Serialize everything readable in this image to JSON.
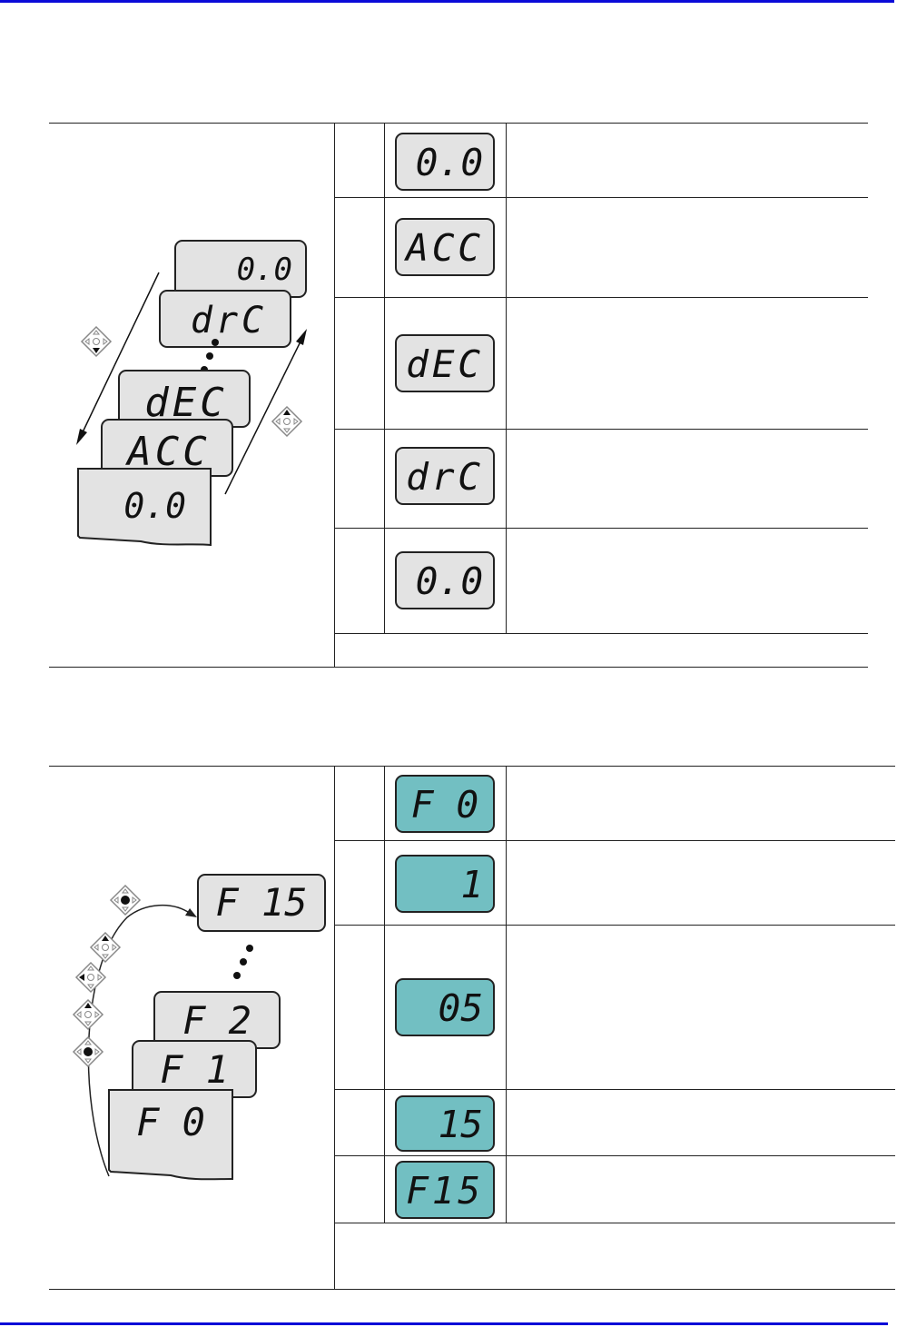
{
  "section1": {
    "diagram": {
      "stack_cards": [
        "0.0",
        "drC",
        "dEC",
        "ACC",
        "0.0"
      ],
      "down_key_icon": "keypad-down-arrow-icon",
      "up_key_icon": "keypad-up-arrow-icon"
    },
    "steps": [
      {
        "display": "0.0"
      },
      {
        "display": "ACC"
      },
      {
        "display": "dEC"
      },
      {
        "display": "drC"
      },
      {
        "display": "0.0"
      }
    ]
  },
  "section2": {
    "diagram": {
      "stack_cards": [
        "F 15",
        "F 2",
        "F 1",
        "F 0"
      ],
      "key_icons": [
        "keypad-enter-icon",
        "keypad-up-arrow-icon",
        "keypad-left-arrow-icon",
        "keypad-up-arrow-icon",
        "keypad-enter-icon"
      ]
    },
    "steps": [
      {
        "display": "F 0",
        "color": "#72bfc2"
      },
      {
        "display": "1",
        "color": "#72bfc2"
      },
      {
        "display": "05",
        "color": "#72bfc2"
      },
      {
        "display": "15",
        "color": "#72bfc2"
      },
      {
        "display": "F15",
        "color": "#72bfc2"
      }
    ]
  },
  "colors": {
    "rule": "#0a0ad8",
    "lcd_gray": "#e3e3e3",
    "lcd_teal": "#72bfc2"
  }
}
